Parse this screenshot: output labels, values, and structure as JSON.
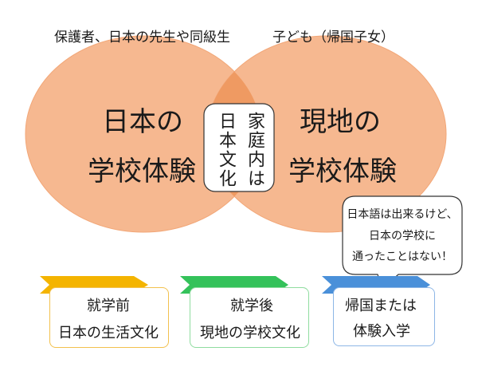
{
  "venn": {
    "left_label": "保護者、日本の先生や同級生",
    "right_label": "子ども（帰国子女）",
    "left_line1": "日本の",
    "left_line2": "学校体験",
    "right_line1": "現地の",
    "right_line2": "学校体験",
    "center_col1": "家庭内は",
    "center_col2": "日本文化",
    "colors": {
      "circle": "#f6b890",
      "overlap": "#ef9a62",
      "circle_stroke": "#f2a778"
    }
  },
  "bubble": {
    "line1": "日本語は出来るけど、",
    "line2": "日本の学校に",
    "line3": "通ったことはない！"
  },
  "stages": [
    {
      "title": "就学前",
      "body": "日本の生活文化",
      "color": "#f4b400",
      "border": "#f2c14e"
    },
    {
      "title": "就学後",
      "body": "現地の学校文化",
      "color": "#34c25a",
      "border": "#8fdc9f"
    },
    {
      "title": "帰国または",
      "body": "体験入学",
      "color": "#4a90d9",
      "border": "#8db6e6"
    }
  ]
}
